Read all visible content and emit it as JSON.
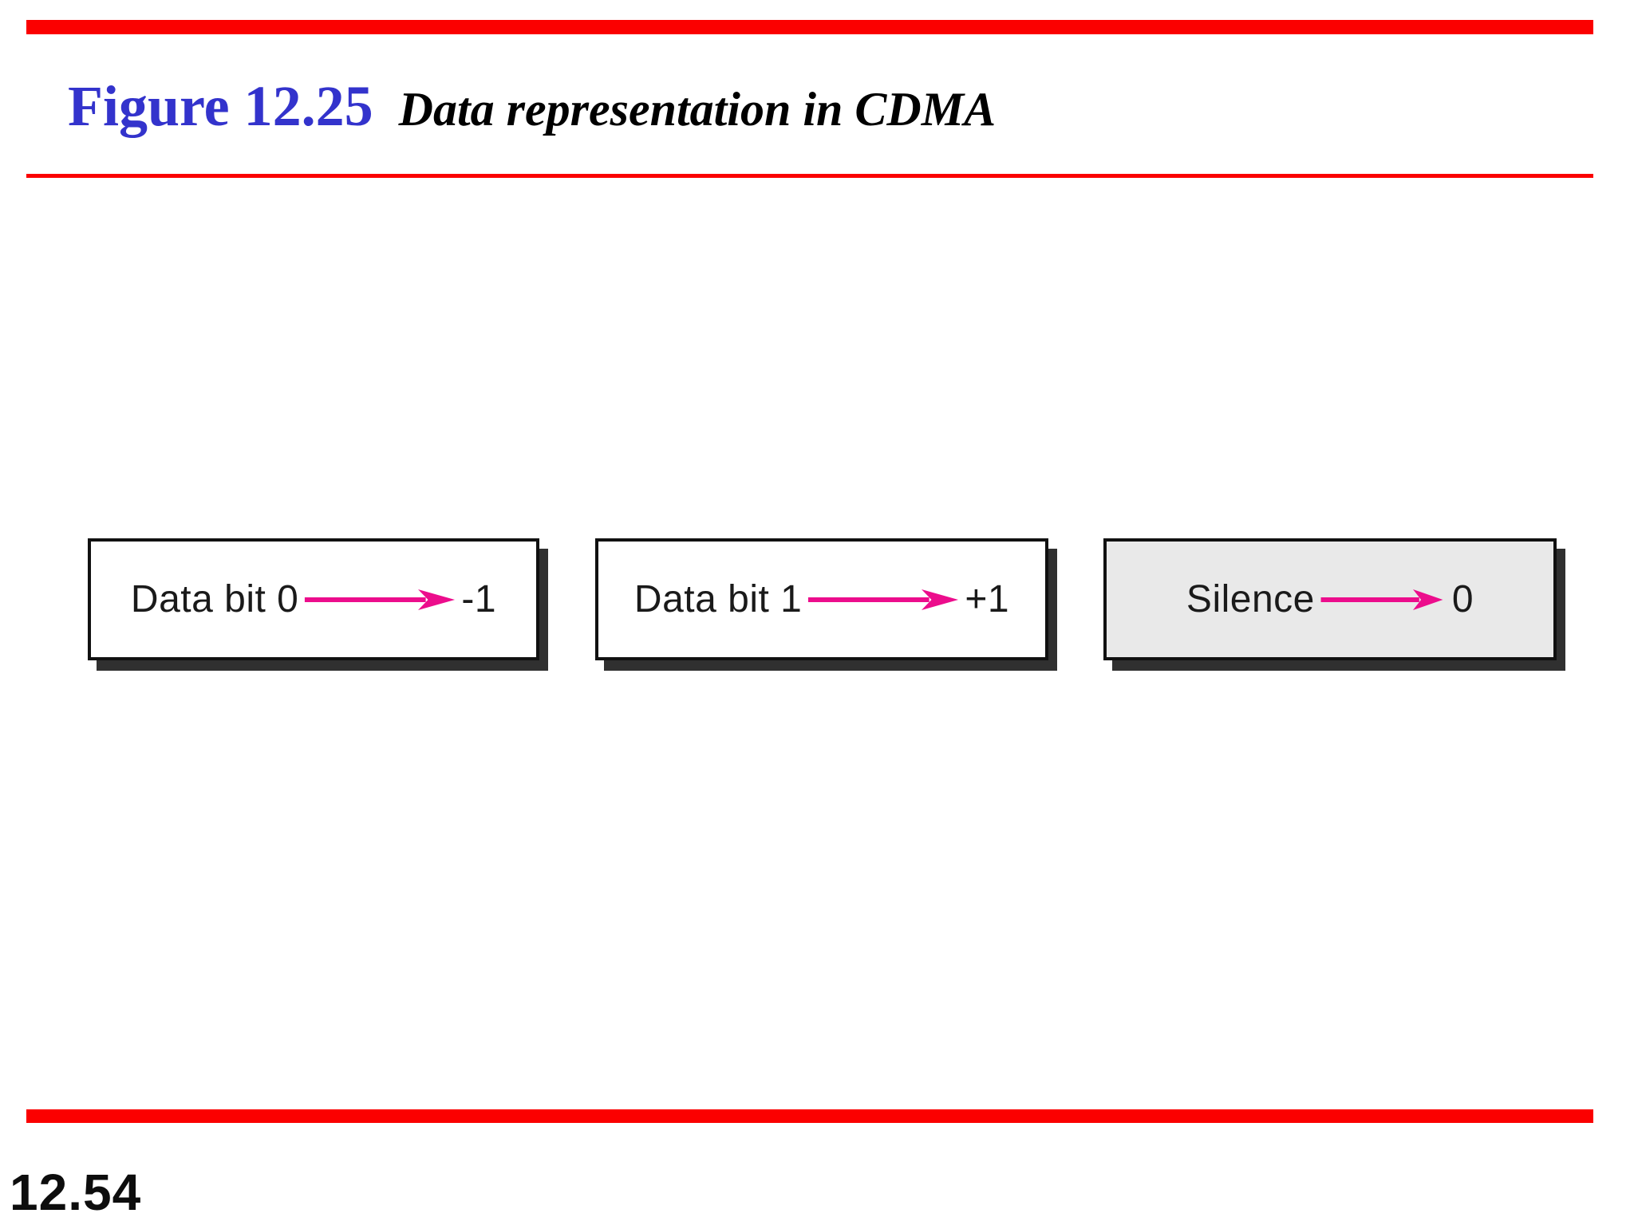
{
  "slide": {
    "figure_label": "Figure 12.25",
    "figure_caption": "Data representation in CDMA",
    "page_number": "12.54"
  },
  "mappings": [
    {
      "label": "Data bit 0",
      "value": "-1",
      "box_style": "white"
    },
    {
      "label": "Data bit 1",
      "value": "+1",
      "box_style": "white"
    },
    {
      "label": "Silence",
      "value": "0",
      "box_style": "gray"
    }
  ],
  "icons": {
    "arrow": "right-arrow-magenta"
  },
  "colors": {
    "accent_red": "#fb0000",
    "title_blue": "#3333cc",
    "arrow_magenta": "#ec0d8c",
    "box_border": "#111111",
    "box_shadow": "#303030",
    "box_bg": "#ffffff",
    "silence_box_bg": "#e9e9e9",
    "page_bg": "#ffffff"
  }
}
